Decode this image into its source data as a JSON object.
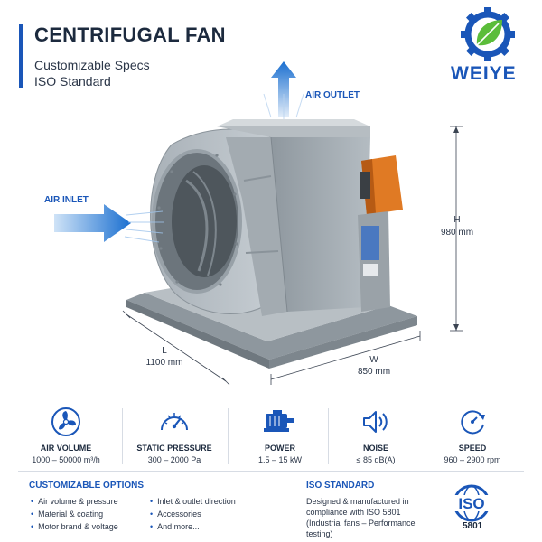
{
  "header": {
    "title": "CENTRIFUGAL FAN",
    "subtitle_1": "Customizable Specs",
    "subtitle_2": "ISO Standard"
  },
  "brand": {
    "name": "WEIYE",
    "primary_color": "#1a56b8",
    "leaf_color": "#5bbd3a"
  },
  "diagram": {
    "air_inlet": "AIR INLET",
    "air_outlet": "AIR OUTLET",
    "height_label": "H",
    "height_value": "980 mm",
    "length_label": "L",
    "length_value": "1100 mm",
    "width_label": "W",
    "width_value": "850 mm"
  },
  "specs": [
    {
      "icon": "fan-icon",
      "name": "AIR VOLUME",
      "value": "1000 – 50000 m³/h"
    },
    {
      "icon": "gauge-icon",
      "name": "STATIC PRESSURE",
      "value": "300 – 2000 Pa"
    },
    {
      "icon": "motor-icon",
      "name": "POWER",
      "value": "1.5 – 15 kW"
    },
    {
      "icon": "speaker-icon",
      "name": "NOISE",
      "value": "≤ 85 dB(A)"
    },
    {
      "icon": "speed-icon",
      "name": "SPEED",
      "value": "960 – 2900 rpm"
    }
  ],
  "options": {
    "title": "CUSTOMIZABLE OPTIONS",
    "col1": [
      "Air volume & pressure",
      "Material & coating",
      "Motor brand & voltage"
    ],
    "col2": [
      "Inlet & outlet direction",
      "Accessories",
      "And more..."
    ]
  },
  "iso": {
    "title": "ISO STANDARD",
    "line1": "Designed & manufactured in",
    "line2": "compliance with ISO 5801",
    "line3": "(Industrial fans – Performance testing)",
    "badge_text": "ISO",
    "badge_number": "5801"
  }
}
